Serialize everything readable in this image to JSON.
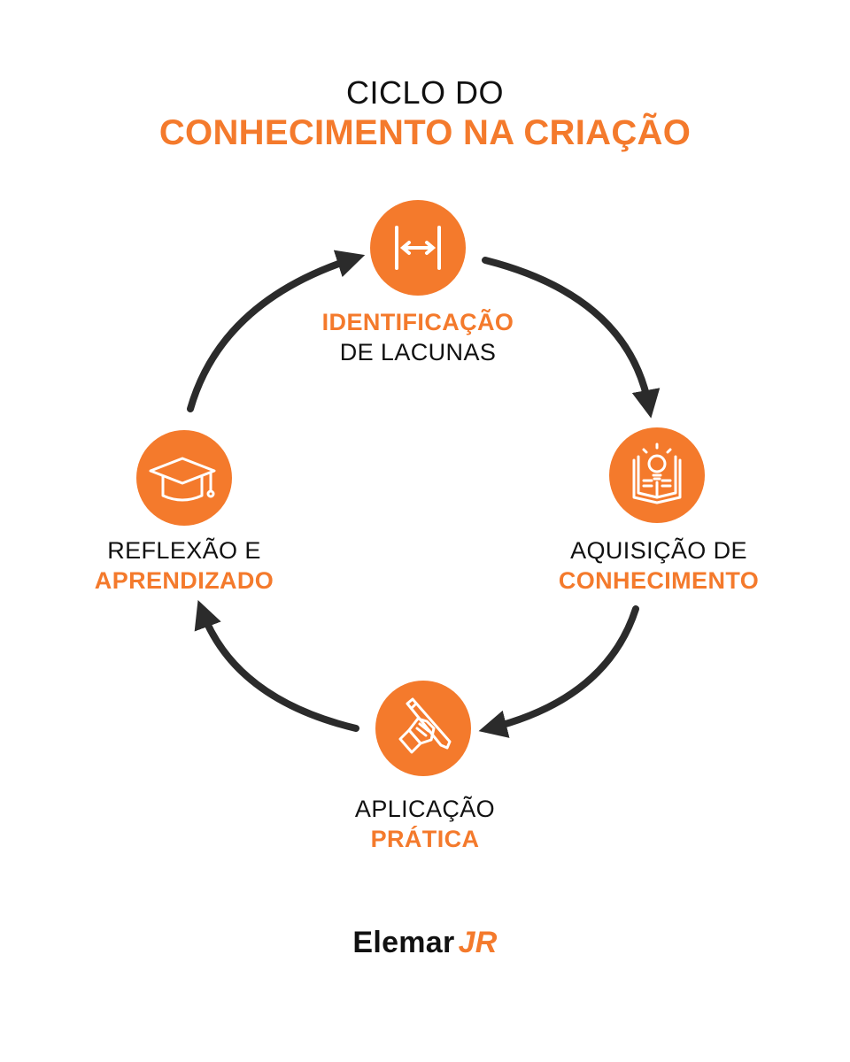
{
  "title": {
    "line1": "CICLO DO",
    "line2": "CONHECIMENTO NA CRIAÇÃO"
  },
  "nodes": [
    {
      "id": "identificacao",
      "icon": "width-measure-icon",
      "label_accent": "IDENTIFICAÇÃO",
      "label_dark": "DE LACUNAS"
    },
    {
      "id": "aquisicao",
      "icon": "lightbulb-book-icon",
      "label_dark": "AQUISIÇÃO DE",
      "label_accent": "CONHECIMENTO"
    },
    {
      "id": "aplicacao",
      "icon": "hand-pencil-icon",
      "label_dark": "APLICAÇÃO",
      "label_accent": "PRÁTICA"
    },
    {
      "id": "reflexao",
      "icon": "graduation-cap-icon",
      "label_dark": "REFLEXÃO E",
      "label_accent": "APRENDIZADO"
    }
  ],
  "brand": {
    "main": "Elemar",
    "accent": "JR"
  },
  "colors": {
    "accent": "#f47a2c",
    "text": "#111111",
    "arrow": "#2b2b2b",
    "icon_stroke": "#ffffff"
  }
}
